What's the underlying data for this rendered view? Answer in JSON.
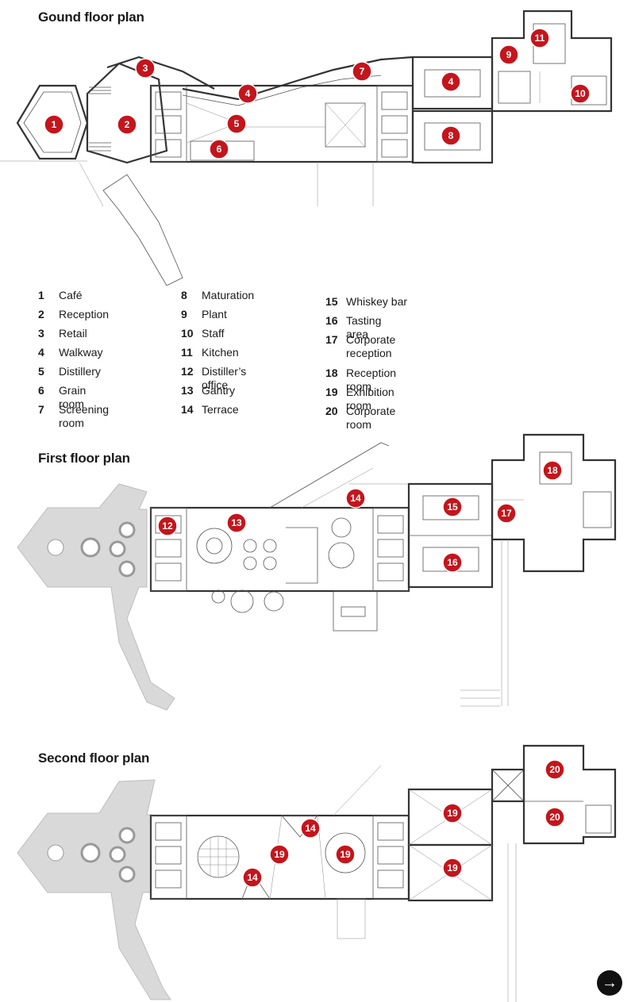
{
  "plans": [
    {
      "title": "Gound floor plan"
    },
    {
      "title": "First floor plan"
    },
    {
      "title": "Second floor plan"
    }
  ],
  "legend": [
    {
      "num": "1",
      "label": "Café"
    },
    {
      "num": "2",
      "label": "Reception"
    },
    {
      "num": "3",
      "label": "Retail"
    },
    {
      "num": "4",
      "label": "Walkway"
    },
    {
      "num": "5",
      "label": "Distillery"
    },
    {
      "num": "6",
      "label": "Grain room"
    },
    {
      "num": "7",
      "label": "Screening room"
    },
    {
      "num": "8",
      "label": "Maturation"
    },
    {
      "num": "9",
      "label": "Plant"
    },
    {
      "num": "10",
      "label": "Staff"
    },
    {
      "num": "11",
      "label": "Kitchen"
    },
    {
      "num": "12",
      "label": "Distiller’s office"
    },
    {
      "num": "13",
      "label": "Gantry"
    },
    {
      "num": "14",
      "label": "Terrace"
    },
    {
      "num": "15",
      "label": "Whiskey bar"
    },
    {
      "num": "16",
      "label": "Tasting area"
    },
    {
      "num": "17",
      "label": "Corporate\nreception"
    },
    {
      "num": "18",
      "label": "Reception room"
    },
    {
      "num": "19",
      "label": "Exhibition room"
    },
    {
      "num": "20",
      "label": "Corporate room"
    }
  ],
  "marker_color": "#c4151c",
  "next_icon": "arrow-right-icon"
}
